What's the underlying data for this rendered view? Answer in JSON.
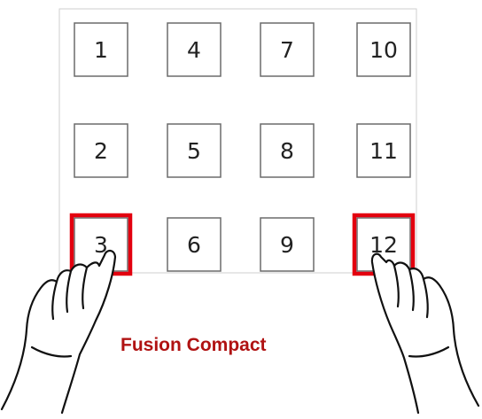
{
  "caption": {
    "text": "Fusion Compact",
    "color": "#b01212"
  },
  "grid": {
    "keys": [
      {
        "label": "1",
        "highlighted": false
      },
      {
        "label": "4",
        "highlighted": false
      },
      {
        "label": "7",
        "highlighted": false
      },
      {
        "label": "10",
        "highlighted": false
      },
      {
        "label": "2",
        "highlighted": false
      },
      {
        "label": "5",
        "highlighted": false
      },
      {
        "label": "8",
        "highlighted": false
      },
      {
        "label": "11",
        "highlighted": false
      },
      {
        "label": "3",
        "highlighted": true
      },
      {
        "label": "6",
        "highlighted": false
      },
      {
        "label": "9",
        "highlighted": false
      },
      {
        "label": "12",
        "highlighted": true
      }
    ],
    "highlight_color": "#e3000f",
    "key_border_color": "#6b6b6b",
    "panel_border_color": "#cfcfcf"
  },
  "hands": [
    {
      "name": "left-hand-icon",
      "touching_key": "3"
    },
    {
      "name": "right-hand-icon",
      "touching_key": "12"
    }
  ]
}
